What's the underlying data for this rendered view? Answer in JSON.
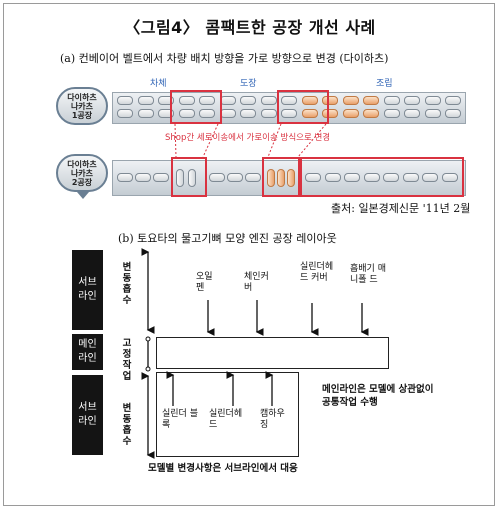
{
  "title": "〈그림4〉 콤팩트한 공장 개선 사례",
  "section_a": {
    "caption": "(a) 컨베이어 벨트에서 차량 배치 방향을 가로 방향으로 변경 (다이하츠)",
    "process_labels": [
      "차체",
      "도장",
      "조립"
    ],
    "plant1_label": [
      "다이하츠",
      "나카츠",
      "1공장"
    ],
    "plant2_label": [
      "다이하츠",
      "나카츠",
      "2공장"
    ],
    "shop_note": "Shop간 세로이송에서 가로이송 방식으로 변경",
    "source": "출처: 일본경제신문 '11년 2월",
    "colors": {
      "accent_red": "#d93240",
      "paint_orange": "#e9a06a",
      "badge_border": "#6a7f93"
    }
  },
  "section_b": {
    "caption": "(b) 토요타의 물고기뼈 모양 엔진 공장 레이아웃",
    "side_blocks": [
      "서브 라인",
      "메인 라인",
      "서브 라인"
    ],
    "side_texts": [
      "변동 흡수",
      "고정 작업",
      "변동 흡수"
    ],
    "top_sub_lines": [
      "오일 펜",
      "체인커 버",
      "실린더헤 드 커버",
      "흡배기 매니폴 드"
    ],
    "bottom_sub_lines": [
      "실린더 블 록",
      "실린더헤 드",
      "캠하우 징"
    ],
    "main_note": "메인라인은 모델에 상관없이 공통작업 수행",
    "bottom_note": "모델별 변경사항은 서브라인에서 대응"
  }
}
